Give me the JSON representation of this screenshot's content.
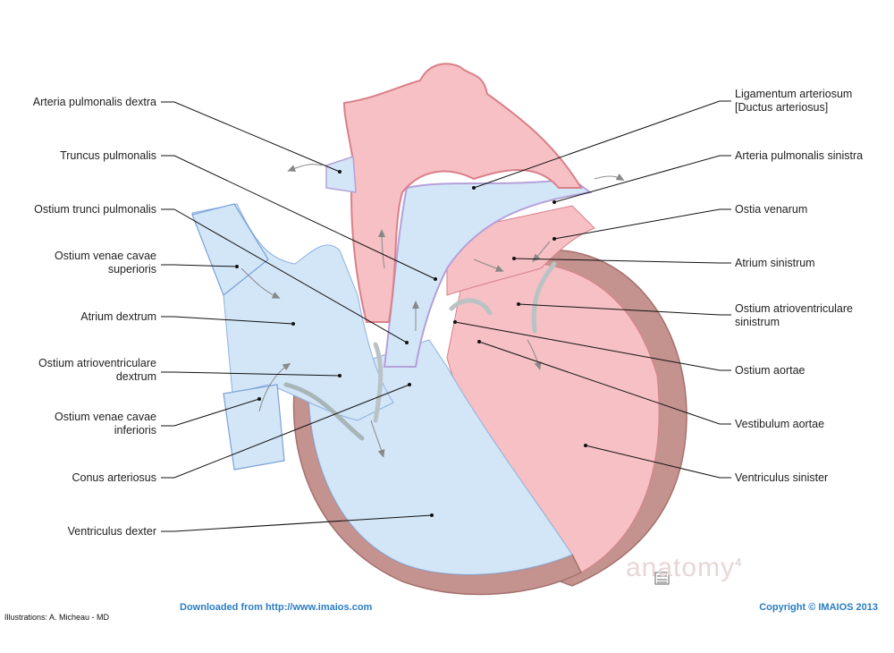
{
  "labels_left": [
    {
      "id": "arteria-pulmonalis-dextra",
      "lines": [
        "Arteria pulmonalis dextra"
      ]
    },
    {
      "id": "truncus-pulmonalis",
      "lines": [
        "Truncus pulmonalis"
      ]
    },
    {
      "id": "ostium-trunci-pulmonalis",
      "lines": [
        "Ostium trunci pulmonalis"
      ]
    },
    {
      "id": "ostium-venae-cavae-superioris",
      "lines": [
        "Ostium venae cavae",
        "superioris"
      ]
    },
    {
      "id": "atrium-dextrum",
      "lines": [
        "Atrium dextrum"
      ]
    },
    {
      "id": "ostium-atrioventriculare-dextrum",
      "lines": [
        "Ostium atrioventriculare",
        "dextrum"
      ]
    },
    {
      "id": "ostium-venae-cavae-inferioris",
      "lines": [
        "Ostium venae cavae",
        "inferioris"
      ]
    },
    {
      "id": "conus-arteriosus",
      "lines": [
        "Conus arteriosus"
      ]
    },
    {
      "id": "ventriculus-dexter",
      "lines": [
        "Ventriculus dexter"
      ]
    }
  ],
  "labels_right": [
    {
      "id": "ligamentum-arteriosum",
      "lines": [
        "Ligamentum arteriosum",
        "[Ductus arteriosus]"
      ]
    },
    {
      "id": "arteria-pulmonalis-sinistra",
      "lines": [
        "Arteria pulmonalis sinistra"
      ]
    },
    {
      "id": "ostia-venarum",
      "lines": [
        "Ostia venarum"
      ]
    },
    {
      "id": "atrium-sinistrum",
      "lines": [
        "Atrium sinistrum"
      ]
    },
    {
      "id": "ostium-atrioventriculare-sinistrum",
      "lines": [
        "Ostium atrioventriculare",
        "sinistrum"
      ]
    },
    {
      "id": "ostium-aortae",
      "lines": [
        "Ostium aortae"
      ]
    },
    {
      "id": "vestibulum-aortae",
      "lines": [
        "Vestibulum aortae"
      ]
    },
    {
      "id": "ventriculus-sinister",
      "lines": [
        "Ventriculus sinister"
      ]
    }
  ],
  "footer": {
    "download_text": "Downloaded from http://www.imaios.com",
    "copyright_text": "Copyright © IMAIOS 2013",
    "credit_text": "Illustrations: A. Micheau - MD",
    "watermark_text": "anatomy",
    "watermark_sup": "4"
  },
  "colors": {
    "right_heart_blue": "#d3e6f8",
    "left_heart_pink": "#f6c0c4",
    "myocardium": "#c4938f",
    "vessel_blue_edge": "#8fb0dd",
    "vessel_pink_edge": "#d9808a",
    "leader_line": "#111111",
    "footer_link": "#2a7dc4"
  }
}
